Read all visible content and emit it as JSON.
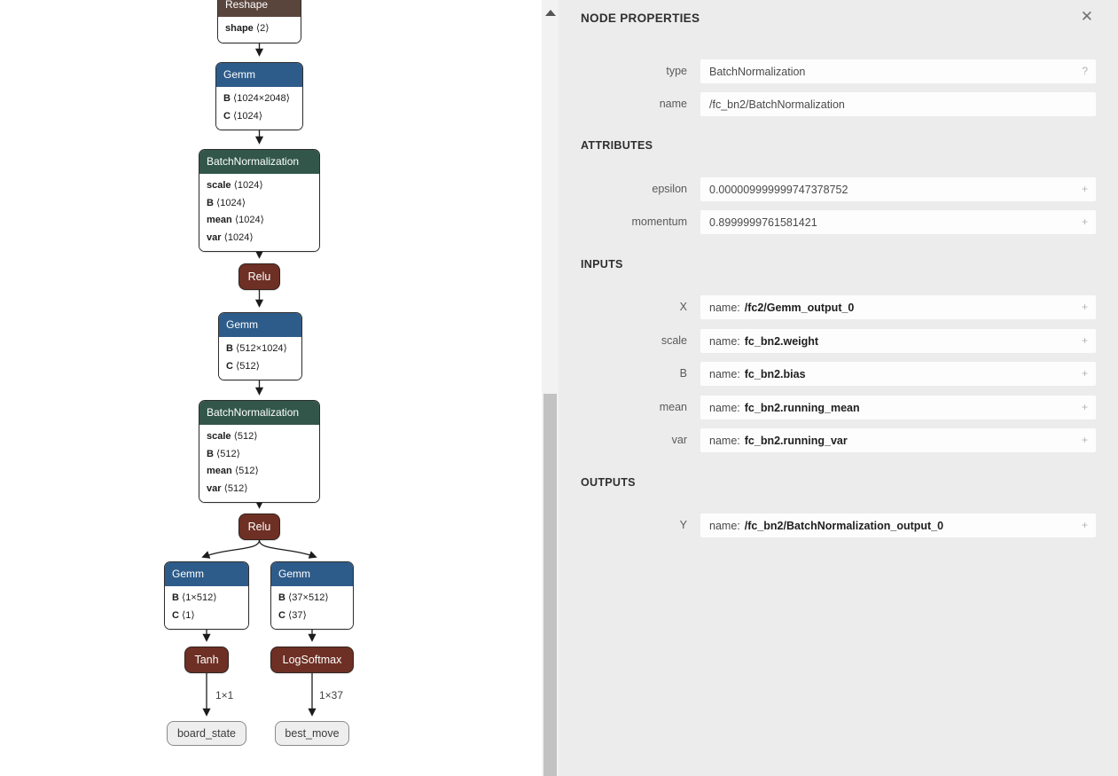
{
  "colors": {
    "gemm_header": "#2e5c8a",
    "batchnorm_header": "#32574a",
    "activation_node": "#6e2f24",
    "reshape_header": "#5a453d",
    "panel_background": "#ececec",
    "graph_background": "#ffffff",
    "scroll_thumb": "#c2c2c2"
  },
  "graph": {
    "nodes": {
      "reshape": {
        "title": "Reshape",
        "attrs": [
          {
            "k": "shape",
            "v": "⟨2⟩"
          }
        ]
      },
      "gemm1": {
        "title": "Gemm",
        "attrs": [
          {
            "k": "B",
            "v": "⟨1024×2048⟩"
          },
          {
            "k": "C",
            "v": "⟨1024⟩"
          }
        ]
      },
      "bn1": {
        "title": "BatchNormalization",
        "attrs": [
          {
            "k": "scale",
            "v": "⟨1024⟩"
          },
          {
            "k": "B",
            "v": "⟨1024⟩"
          },
          {
            "k": "mean",
            "v": "⟨1024⟩"
          },
          {
            "k": "var",
            "v": "⟨1024⟩"
          }
        ]
      },
      "relu1": {
        "title": "Relu"
      },
      "gemm2": {
        "title": "Gemm",
        "attrs": [
          {
            "k": "B",
            "v": "⟨512×1024⟩"
          },
          {
            "k": "C",
            "v": "⟨512⟩"
          }
        ]
      },
      "bn2": {
        "title": "BatchNormalization",
        "attrs": [
          {
            "k": "scale",
            "v": "⟨512⟩"
          },
          {
            "k": "B",
            "v": "⟨512⟩"
          },
          {
            "k": "mean",
            "v": "⟨512⟩"
          },
          {
            "k": "var",
            "v": "⟨512⟩"
          }
        ]
      },
      "relu2": {
        "title": "Relu"
      },
      "gemm3": {
        "title": "Gemm",
        "attrs": [
          {
            "k": "B",
            "v": "⟨1×512⟩"
          },
          {
            "k": "C",
            "v": "⟨1⟩"
          }
        ]
      },
      "gemm4": {
        "title": "Gemm",
        "attrs": [
          {
            "k": "B",
            "v": "⟨37×512⟩"
          },
          {
            "k": "C",
            "v": "⟨37⟩"
          }
        ]
      },
      "tanh": {
        "title": "Tanh"
      },
      "logsoftmax": {
        "title": "LogSoftmax"
      },
      "board_state": {
        "label": "board_state"
      },
      "best_move": {
        "label": "best_move"
      }
    },
    "edge_labels": {
      "tanh_to_board_state": "1×1",
      "logsoftmax_to_best_move": "1×37"
    }
  },
  "panel": {
    "title": "NODE PROPERTIES",
    "close_label": "✕",
    "type": {
      "label": "type",
      "value": "BatchNormalization",
      "action": "?"
    },
    "name": {
      "label": "name",
      "value": "/fc_bn2/BatchNormalization"
    },
    "attributes": {
      "heading": "ATTRIBUTES",
      "rows": [
        {
          "label": "epsilon",
          "value": "0.000009999999747378752",
          "action": "+"
        },
        {
          "label": "momentum",
          "value": "0.8999999761581421",
          "action": "+"
        }
      ]
    },
    "inputs": {
      "heading": "INPUTS",
      "prefix": "name:",
      "rows": [
        {
          "label": "X",
          "value": "/fc2/Gemm_output_0",
          "action": "+"
        },
        {
          "label": "scale",
          "value": "fc_bn2.weight",
          "action": "+"
        },
        {
          "label": "B",
          "value": "fc_bn2.bias",
          "action": "+"
        },
        {
          "label": "mean",
          "value": "fc_bn2.running_mean",
          "action": "+"
        },
        {
          "label": "var",
          "value": "fc_bn2.running_var",
          "action": "+"
        }
      ]
    },
    "outputs": {
      "heading": "OUTPUTS",
      "prefix": "name:",
      "rows": [
        {
          "label": "Y",
          "value": "/fc_bn2/BatchNormalization_output_0",
          "action": "+"
        }
      ]
    }
  }
}
